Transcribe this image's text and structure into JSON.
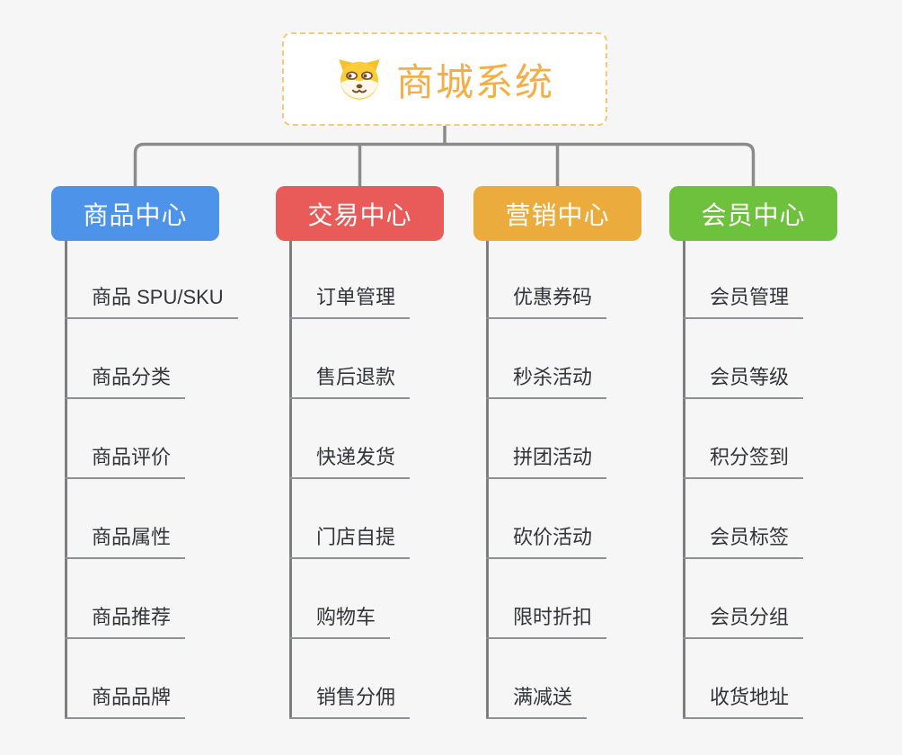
{
  "root": {
    "title": "商城系统",
    "icon": "shiba-dog-icon",
    "border_color": "#F6C87C",
    "title_color": "#F2AE47"
  },
  "style": {
    "background_color": "#F6F6F6",
    "connector_color": "#8B8B8B",
    "item_line_color": "#8D9095",
    "item_text_color": "#33343A"
  },
  "branches": [
    {
      "label": "商品中心",
      "color": "#4D93EA",
      "items": [
        "商品 SPU/SKU",
        "商品分类",
        "商品评价",
        "商品属性",
        "商品推荐",
        "商品品牌"
      ]
    },
    {
      "label": "交易中心",
      "color": "#E85B58",
      "items": [
        "订单管理",
        "售后退款",
        "快递发货",
        "门店自提",
        "购物车",
        "销售分佣"
      ]
    },
    {
      "label": "营销中心",
      "color": "#EBAC3D",
      "items": [
        "优惠券码",
        "秒杀活动",
        "拼团活动",
        "砍价活动",
        "限时折扣",
        "满减送"
      ]
    },
    {
      "label": "会员中心",
      "color": "#6EC13C",
      "items": [
        "会员管理",
        "会员等级",
        "积分签到",
        "会员标签",
        "会员分组",
        "收货地址"
      ]
    }
  ]
}
